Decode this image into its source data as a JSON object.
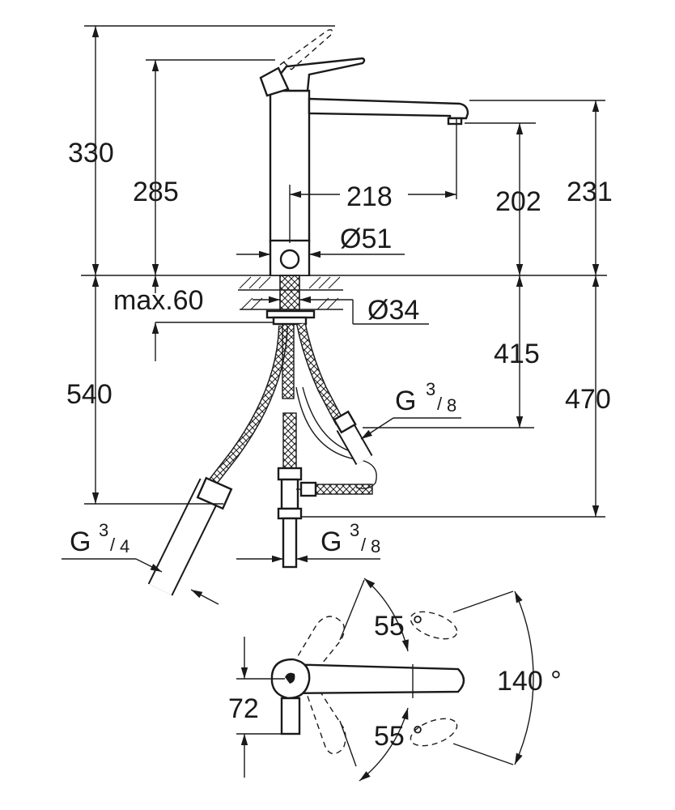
{
  "dimensions": {
    "total_height": "330",
    "spout_top_height": "285",
    "spout_reach": "218",
    "outlet_height": "202",
    "spout_height": "231",
    "body_diameter": "Ø51",
    "max_deck": "max.60",
    "hole_diameter": "Ø34",
    "hose_length": "540",
    "under_deck": "415",
    "under_deck_total": "470",
    "connection_large_main": "G",
    "connection_large_num": "3",
    "connection_large_den": "4",
    "connection_small_main": "G",
    "connection_small_num": "3",
    "connection_small_den": "8",
    "connection_small2_main": "G",
    "connection_small2_num": "3",
    "connection_small2_den": "8",
    "angle_upper": "55 °",
    "angle_lower": "55 °",
    "angle_total": "140 °",
    "handle_offset": "72"
  }
}
